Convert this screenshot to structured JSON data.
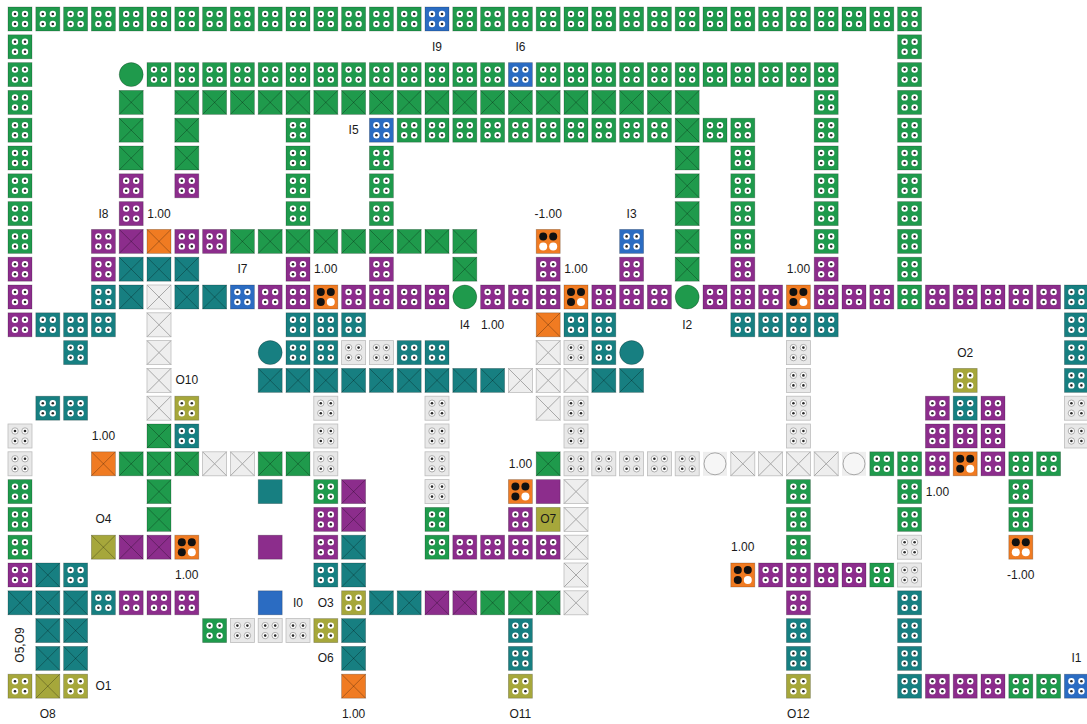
{
  "diagram": {
    "labels": [
      "I9",
      "I6",
      "I5",
      "I8",
      "1.00",
      "-1.00",
      "I3",
      "I7",
      "1.00",
      "1.00",
      "1.00",
      "I4",
      "1.00",
      "I2",
      "O2",
      "O10",
      "1.00",
      "1.00",
      "1.00",
      "O4",
      "O7",
      "1.00",
      "-1.00",
      "1.00",
      "I0",
      "O3",
      "I1",
      "O5,O9",
      "O1",
      "O6",
      "O8",
      "1.00",
      "O11",
      "O12"
    ]
  }
}
